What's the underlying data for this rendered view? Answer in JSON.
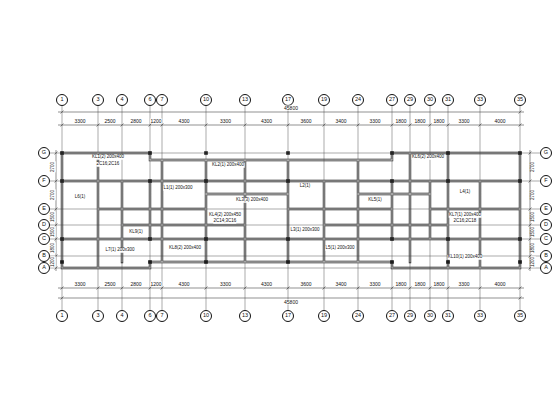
{
  "diagram": {
    "nodes": [
      {
        "text": [
          "1"
        ]
      },
      {
        "text": [
          "3"
        ]
      },
      {
        "text": [
          "4"
        ]
      },
      {
        "text": [
          "6"
        ]
      },
      {
        "text": [
          "7"
        ]
      },
      {
        "text": [
          "10"
        ]
      },
      {
        "text": [
          "13"
        ]
      },
      {
        "text": [
          "17"
        ]
      },
      {
        "text": [
          "19"
        ]
      },
      {
        "text": [
          "24"
        ]
      },
      {
        "text": [
          "27"
        ]
      },
      {
        "text": [
          "29"
        ]
      },
      {
        "text": [
          "30"
        ]
      },
      {
        "text": [
          "31"
        ]
      },
      {
        "text": [
          "33"
        ]
      },
      {
        "text": [
          "35"
        ]
      },
      {
        "text": [
          "G"
        ]
      },
      {
        "text": [
          "F"
        ]
      },
      {
        "text": [
          "E"
        ]
      },
      {
        "text": [
          "D"
        ]
      },
      {
        "text": [
          "C"
        ]
      },
      {
        "text": [
          "B"
        ]
      },
      {
        "text": [
          "A"
        ]
      },
      {
        "text": [
          "G"
        ]
      },
      {
        "text": [
          "F"
        ]
      },
      {
        "text": [
          "E"
        ]
      },
      {
        "text": [
          "D"
        ]
      },
      {
        "text": [
          "C"
        ]
      },
      {
        "text": [
          "B"
        ]
      },
      {
        "text": [
          "A"
        ]
      },
      {
        "text": [
          "1"
        ]
      },
      {
        "text": [
          "3"
        ]
      },
      {
        "text": [
          "4"
        ]
      },
      {
        "text": [
          "6"
        ]
      },
      {
        "text": [
          "7"
        ]
      },
      {
        "text": [
          "10"
        ]
      },
      {
        "text": [
          "13"
        ]
      },
      {
        "text": [
          "17"
        ]
      },
      {
        "text": [
          "19"
        ]
      },
      {
        "text": [
          "24"
        ]
      },
      {
        "text": [
          "27"
        ]
      },
      {
        "text": [
          "29"
        ]
      },
      {
        "text": [
          "30"
        ]
      },
      {
        "text": [
          "31"
        ]
      },
      {
        "text": [
          "33"
        ]
      },
      {
        "text": [
          "35"
        ]
      }
    ],
    "edges": [
      {
        "from": 0,
        "to": 30,
        "arrow": "none"
      },
      {
        "from": 1,
        "to": 31,
        "arrow": "none"
      },
      {
        "from": 2,
        "to": 32,
        "arrow": "none"
      },
      {
        "from": 3,
        "to": 33,
        "arrow": "none"
      },
      {
        "from": 4,
        "to": 34,
        "arrow": "none"
      },
      {
        "from": 5,
        "to": 35,
        "arrow": "none"
      },
      {
        "from": 6,
        "to": 36,
        "arrow": "none"
      },
      {
        "from": 7,
        "to": 37,
        "arrow": "none"
      },
      {
        "from": 8,
        "to": 38,
        "arrow": "none"
      },
      {
        "from": 9,
        "to": 39,
        "arrow": "none"
      },
      {
        "from": 10,
        "to": 40,
        "arrow": "none"
      },
      {
        "from": 11,
        "to": 41,
        "arrow": "none"
      },
      {
        "from": 12,
        "to": 42,
        "arrow": "none"
      },
      {
        "from": 13,
        "to": 43,
        "arrow": "none"
      },
      {
        "from": 14,
        "to": 44,
        "arrow": "none"
      },
      {
        "from": 15,
        "to": 45,
        "arrow": "none"
      },
      {
        "from": 16,
        "to": 23,
        "arrow": "none"
      },
      {
        "from": 17,
        "to": 24,
        "arrow": "none"
      },
      {
        "from": 18,
        "to": 25,
        "arrow": "none"
      },
      {
        "from": 19,
        "to": 26,
        "arrow": "none"
      },
      {
        "from": 20,
        "to": 27,
        "arrow": "none"
      },
      {
        "from": 21,
        "to": 28,
        "arrow": "none"
      },
      {
        "from": 22,
        "to": 29,
        "arrow": "none"
      }
    ],
    "labels": [
      "3300",
      "2500",
      "2800",
      "1200",
      "4300",
      "3300",
      "4300",
      "3600",
      "3400",
      "3300",
      "1800",
      "1800",
      "1800",
      "3300",
      "4000",
      "45800",
      "3300",
      "2500",
      "2800",
      "1200",
      "4300",
      "3300",
      "4300",
      "3600",
      "3400",
      "3300",
      "1800",
      "1800",
      "1800",
      "3300",
      "4000",
      "45800",
      "2700",
      "2700",
      "1500",
      "1500",
      "1800",
      "1200",
      "2700",
      "2700",
      "1500",
      "1500",
      "1800",
      "1200",
      "KL1(2) 200x400",
      "2C16;2C16",
      "KL2(1) 200x400",
      "L1(1) 200x300",
      "KL3(3) 200x400",
      "L2(1)",
      "KL4(2) 200x450",
      "2C14;3C16",
      "L3(1) 200x300",
      "KL5(1)",
      "KL6(2) 200x400",
      "L4(1)",
      "KL7(1) 200x400",
      "2C16;2C18",
      "L5(1) 200x300",
      "KL8(2) 200x400",
      "KL9(1)",
      "L6(1)",
      "KL10(1) 200x400",
      "L7(1) 200x300"
    ]
  }
}
